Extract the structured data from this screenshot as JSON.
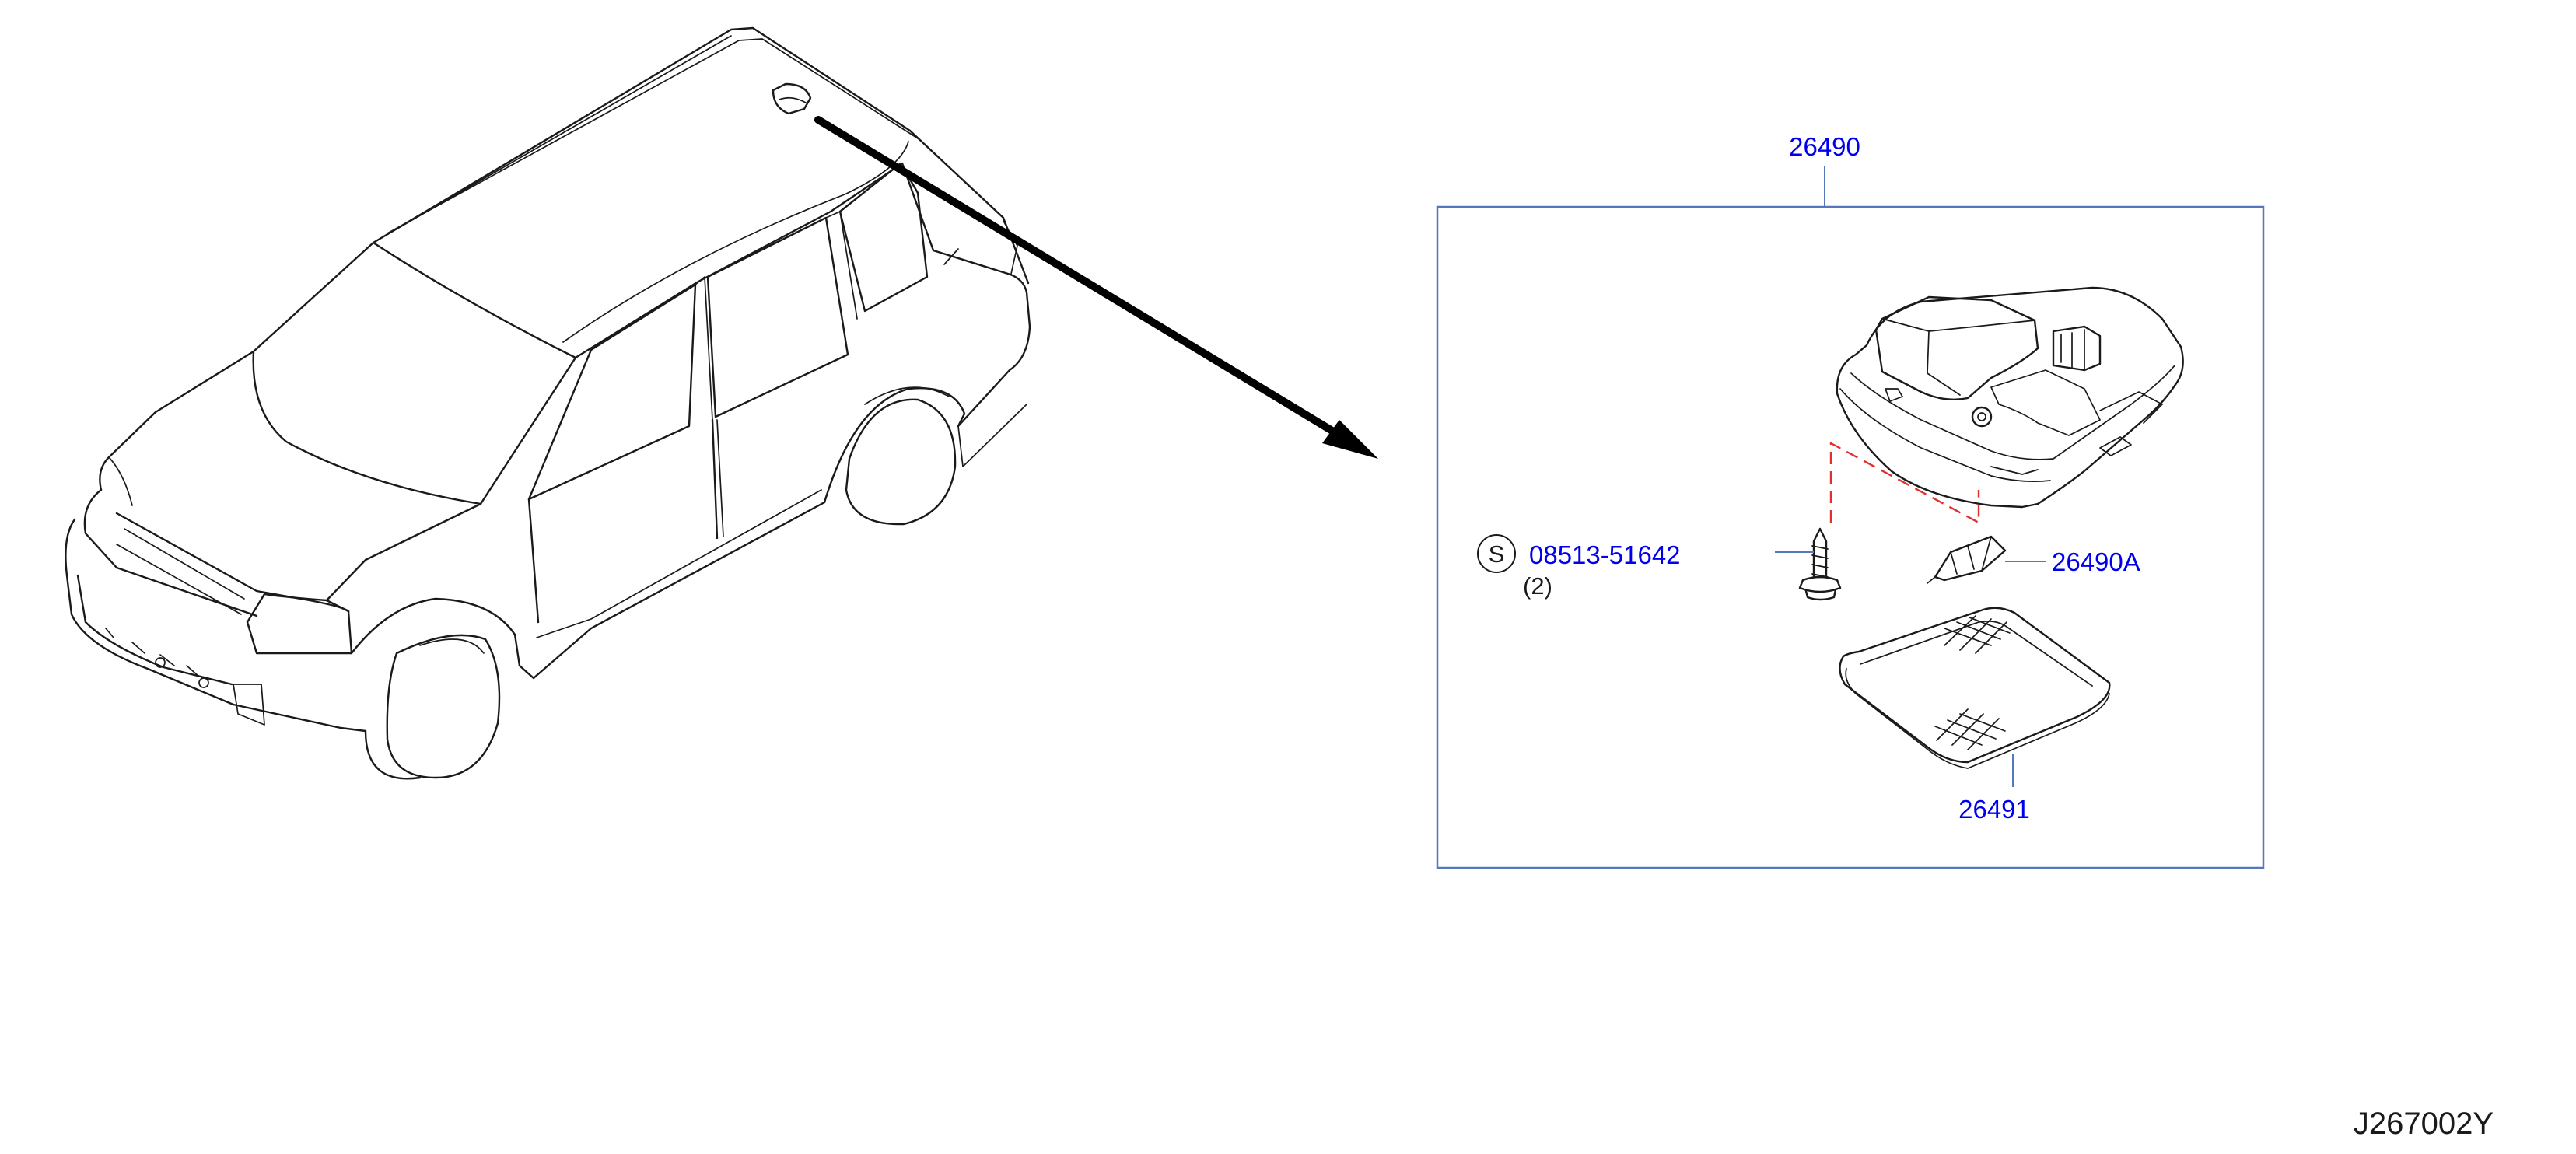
{
  "colors": {
    "label": "#0000ee",
    "frame": "#5577bb",
    "dashed_guide": "#e03030",
    "drawing": "#1a1a1a",
    "background": "#ffffff"
  },
  "parts": {
    "lamp_assembly": "26490",
    "bulb": "26490A",
    "lens": "26491",
    "screw": "08513-51642"
  },
  "screw_symbol": "S",
  "screw_quantity": "(2)",
  "diagram_ref": "J267002Y",
  "icons": [
    "vehicle-outline-icon",
    "pointer-arrow-icon",
    "room-lamp-housing-icon",
    "screw-icon",
    "bulb-icon",
    "lens-cover-icon"
  ]
}
